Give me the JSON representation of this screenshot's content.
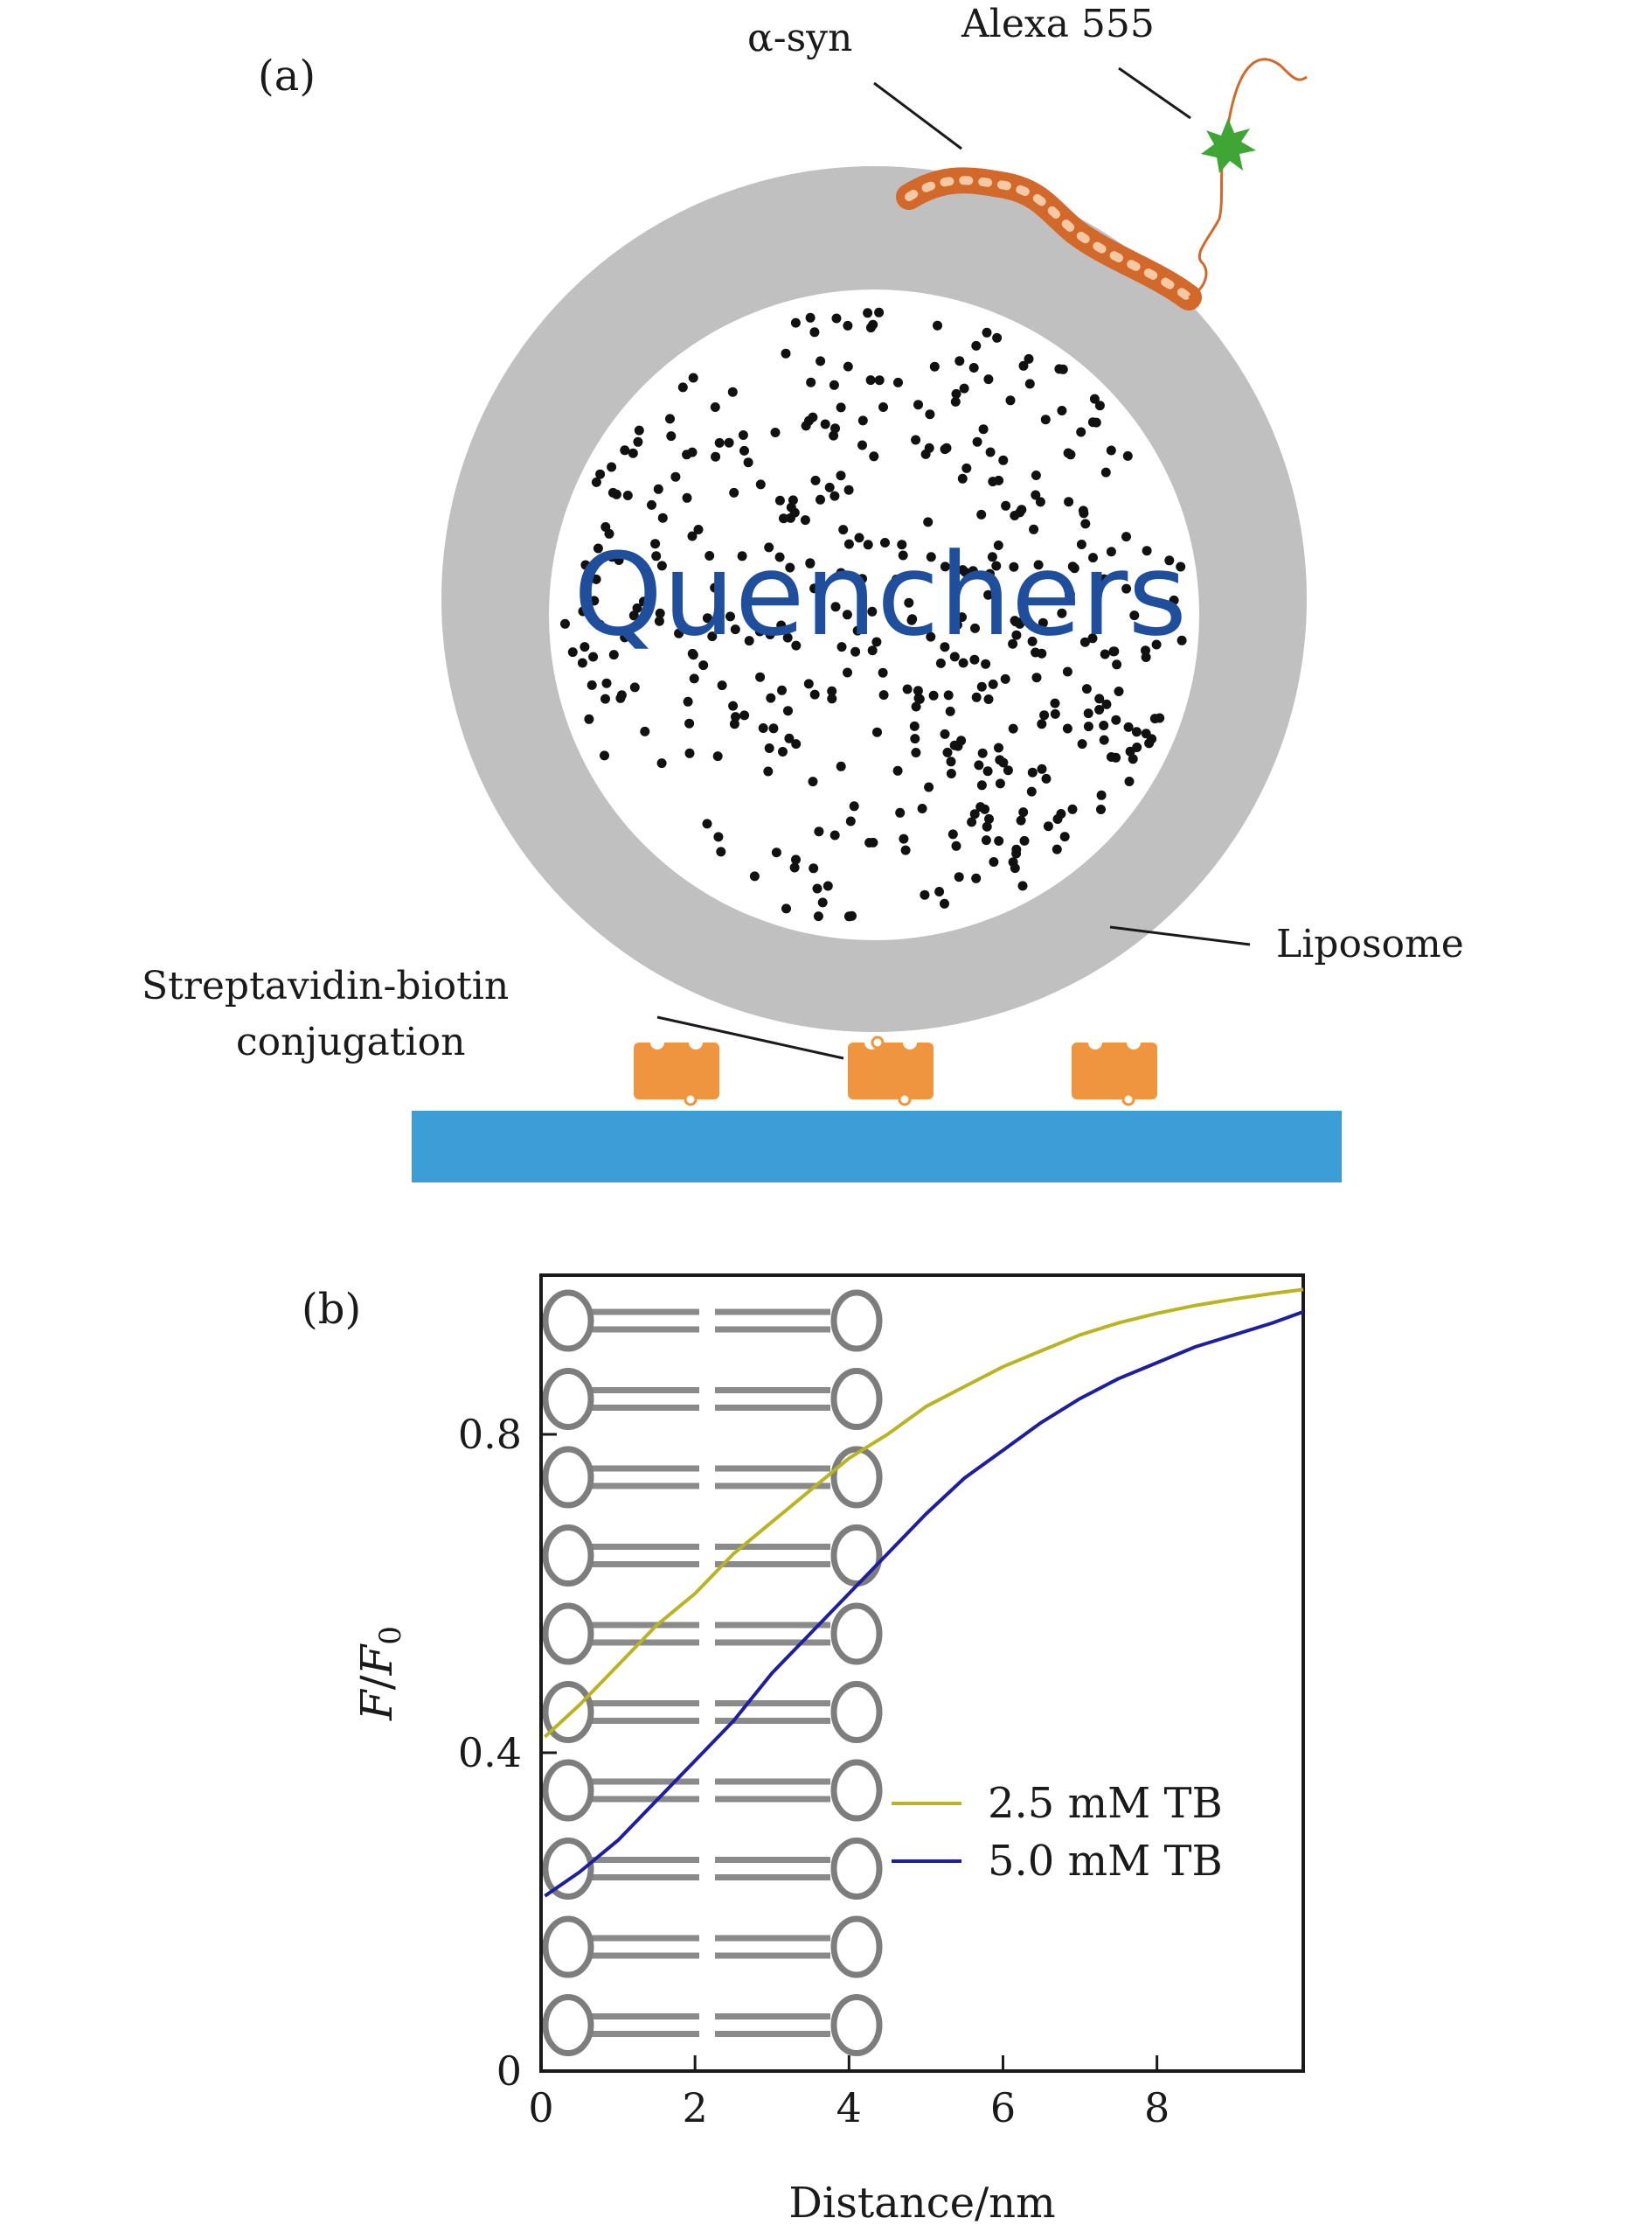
{
  "panel_a": {
    "label": "(a)",
    "labels": {
      "asyn": "α-syn",
      "dye": "Alexa 555",
      "quenchers": "Quenchers",
      "liposome": "Liposome",
      "conjugation_line1": "Streptavidin-biotin",
      "conjugation_line2": "conjugation"
    },
    "colors": {
      "shell": "#c0c0c0",
      "streptavidin": "#f0953f",
      "substrate": "#3d9dd6",
      "helix": "#d2692a",
      "dye": "#3fa535",
      "quencher_text": "#1f4e9d"
    }
  },
  "panel_b": {
    "label": "(b)",
    "xlabel": "Distance/nm",
    "ylabel_main": "F",
    "ylabel_sub": "0",
    "legend_position": "right-middle",
    "chart_data": {
      "type": "line",
      "xlabel": "Distance/nm",
      "ylabel": "F/F0",
      "xlim": [
        0,
        9.9
      ],
      "ylim": [
        0,
        1.0
      ],
      "xticks": [
        "0",
        "2",
        "4",
        "6",
        "8"
      ],
      "xtick_values": [
        0,
        2,
        4,
        6,
        8
      ],
      "yticks": [
        "0",
        "0.4",
        "0.8"
      ],
      "ytick_values": [
        0,
        0.4,
        0.8
      ],
      "grid": false,
      "series": [
        {
          "name": "2.5 mM TB",
          "color": "#b8b422",
          "x": [
            0.05,
            0.5,
            1,
            1.5,
            2,
            2.5,
            3,
            3.5,
            4,
            4.5,
            5,
            5.5,
            6,
            6.5,
            7,
            7.5,
            8,
            8.5,
            9,
            9.5,
            9.9
          ],
          "y": [
            0.42,
            0.46,
            0.51,
            0.56,
            0.6,
            0.65,
            0.69,
            0.73,
            0.77,
            0.8,
            0.835,
            0.86,
            0.885,
            0.905,
            0.925,
            0.94,
            0.952,
            0.962,
            0.97,
            0.977,
            0.982
          ]
        },
        {
          "name": "5.0 mM TB",
          "color": "#1f1f9e",
          "x": [
            0.05,
            0.5,
            1,
            1.5,
            2,
            2.5,
            3,
            3.5,
            4,
            4.5,
            5,
            5.5,
            6,
            6.5,
            7,
            7.5,
            8,
            8.5,
            9,
            9.5,
            9.9
          ],
          "y": [
            0.22,
            0.25,
            0.29,
            0.34,
            0.39,
            0.44,
            0.5,
            0.55,
            0.6,
            0.65,
            0.7,
            0.745,
            0.78,
            0.815,
            0.845,
            0.87,
            0.89,
            0.91,
            0.925,
            0.94,
            0.954
          ]
        }
      ]
    }
  }
}
